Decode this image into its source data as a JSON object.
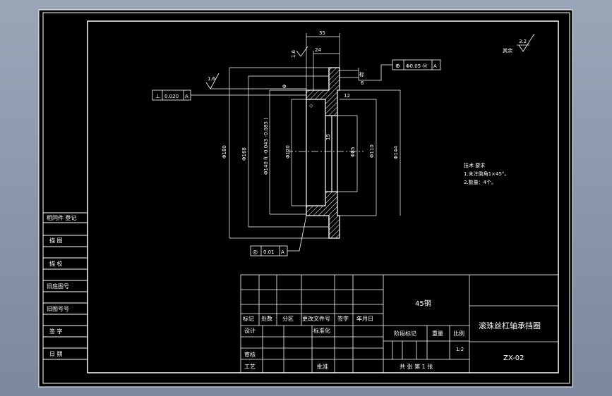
{
  "colors": {
    "background": "#000000",
    "line": "#ffffff",
    "backdrop": "#8f9bb0"
  },
  "dimensions": {
    "top_width": "35",
    "top_inner": "24",
    "roughness_left": "1.6",
    "roughness_top": "1.6",
    "roughness_corner": "3.2",
    "other_label": "其余",
    "dia_outer": "Φ180",
    "dia_168": "Φ168",
    "dia_bore": "Φ140 f( -0.043 -0.083 )",
    "dia_120": "Φ120",
    "dia_85": "Φ85",
    "dia_110": "Φ110",
    "dia_144": "Φ144",
    "groove": "15",
    "side_a": "6",
    "side_b": "12",
    "chamfer": "标",
    "ref_left": "Φ",
    "ref_small": "◇"
  },
  "tolerances": {
    "left_frame": [
      "⊥",
      "0.020",
      "A"
    ],
    "right_frame": [
      "⊕",
      "Φ0.05 Ⓜ",
      "A"
    ],
    "bottom_frame": [
      "◎",
      "0.01",
      "A"
    ]
  },
  "notes": {
    "heading": "技术 要求",
    "item1": "1.未注倒角1×45°。",
    "item2": "2.数量：4个。"
  },
  "left_column": [
    "相同件 登记",
    "描    图",
    "描    校",
    "旧底图号",
    "旧图号号",
    "签    字",
    "日    期"
  ],
  "title_block": {
    "material": "45钢",
    "drawing_title": "滚珠丝杠轴承挡圈",
    "drawing_no": "ZX-02",
    "rev_headers": [
      "标记",
      "处数",
      "分区",
      "更改文件号",
      "签字",
      "年月日"
    ],
    "design": "设计",
    "standard": "标准化",
    "check": "审核",
    "process": "工艺",
    "approve": "批准",
    "stage_mark": "阶段标记",
    "weight": "重量",
    "scale": "比例",
    "scale_value": "1:2",
    "sheets": "共    张    第  1  张"
  }
}
